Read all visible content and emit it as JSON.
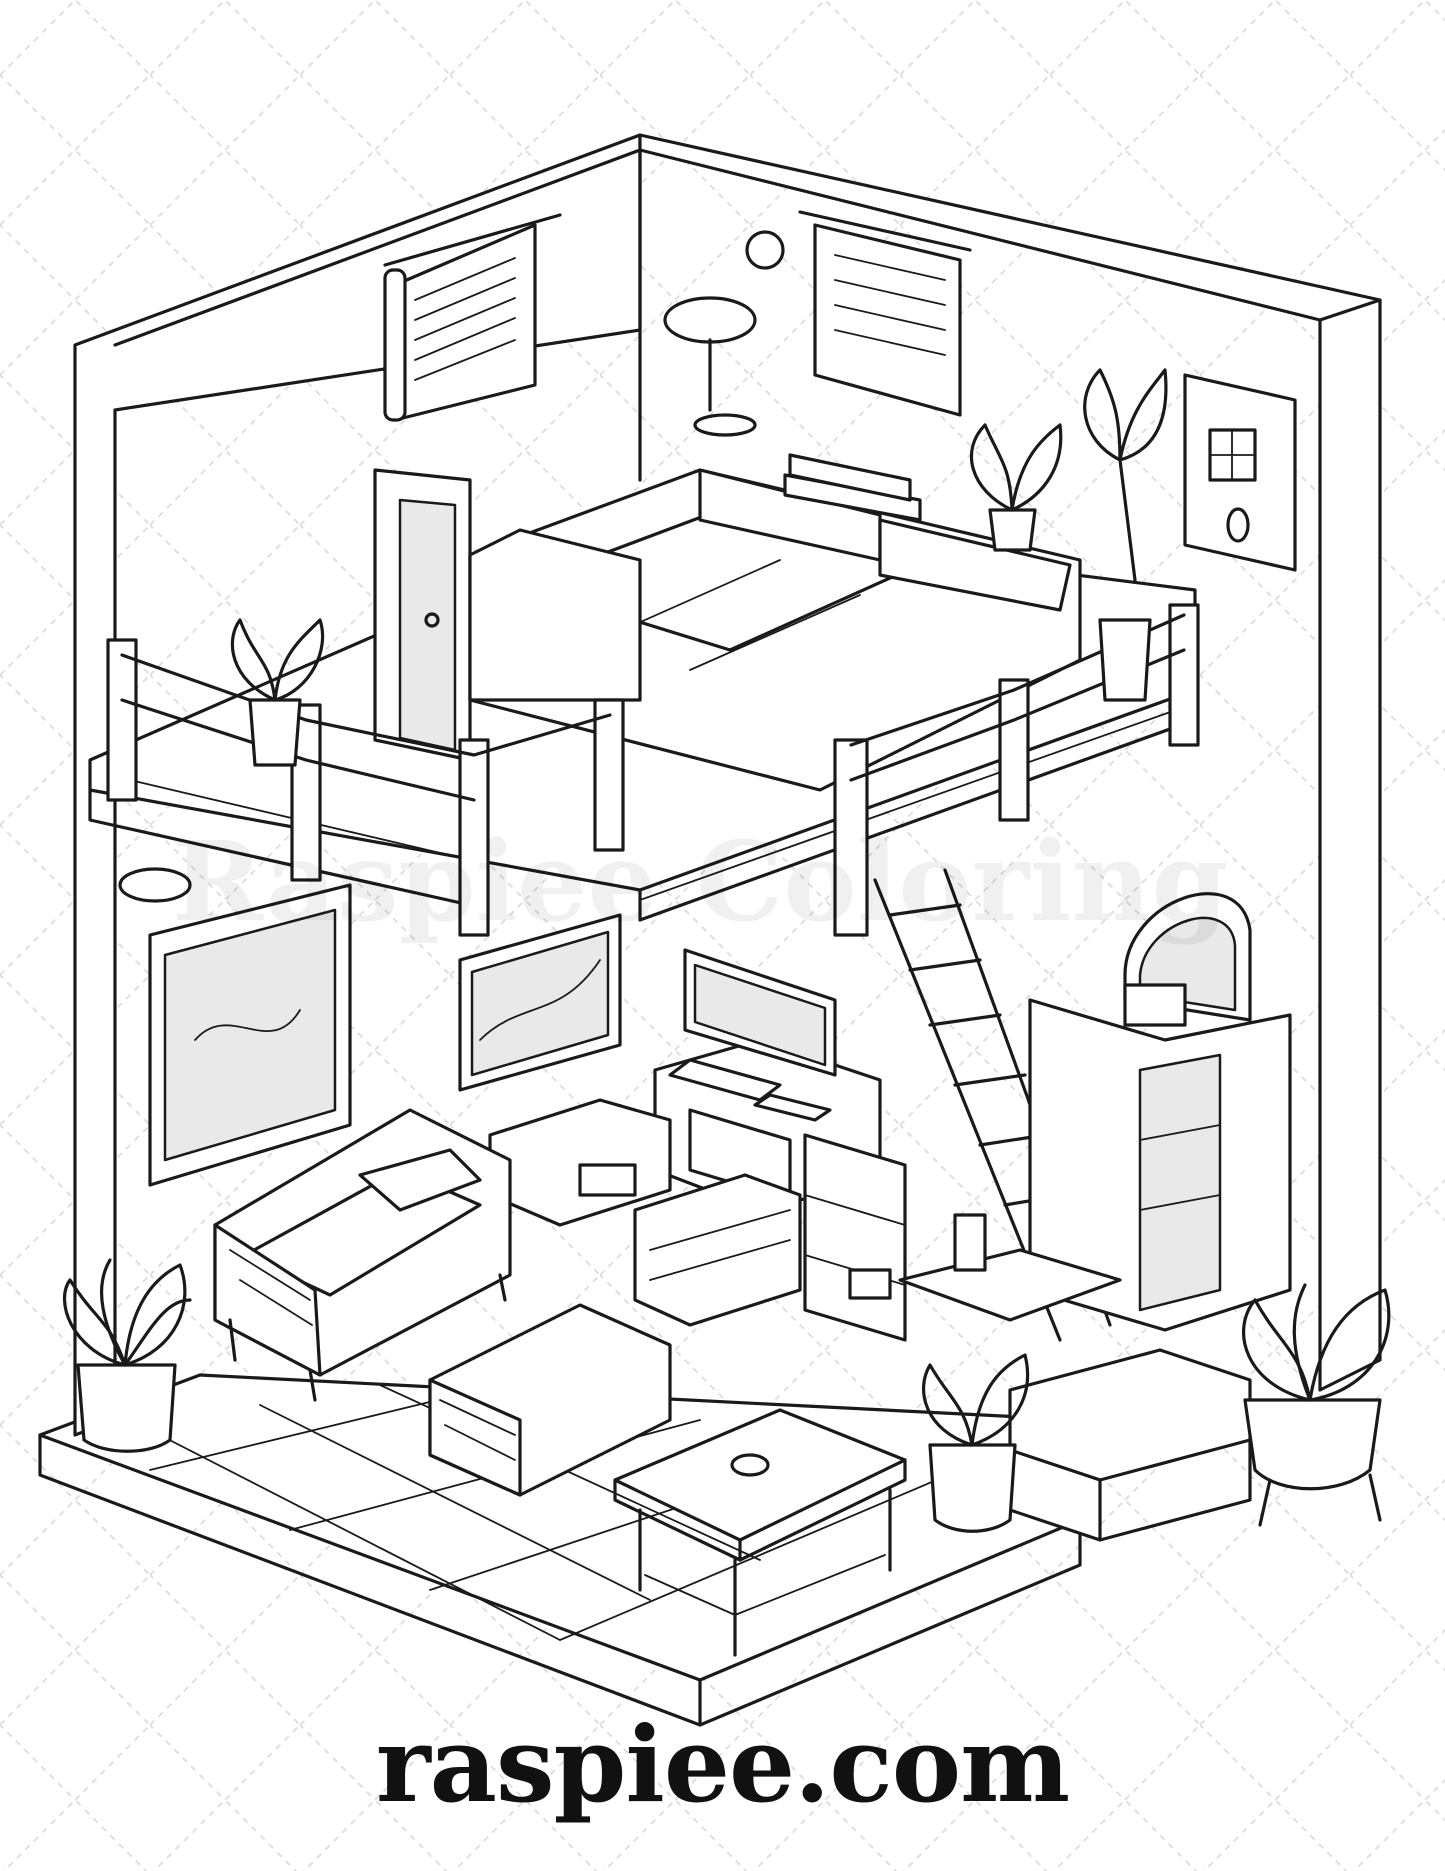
{
  "caption": "raspiee.com",
  "watermark_text": "Raspiee Coloring",
  "image": {
    "kind": "black-and-white line-art coloring page",
    "subject": "isometric cutaway of a two-level loft living room"
  },
  "colors": {
    "line": "#1a1a1a",
    "background": "#ffffff",
    "pattern": "#d9d9d9",
    "shade": "#e9e9e9"
  }
}
